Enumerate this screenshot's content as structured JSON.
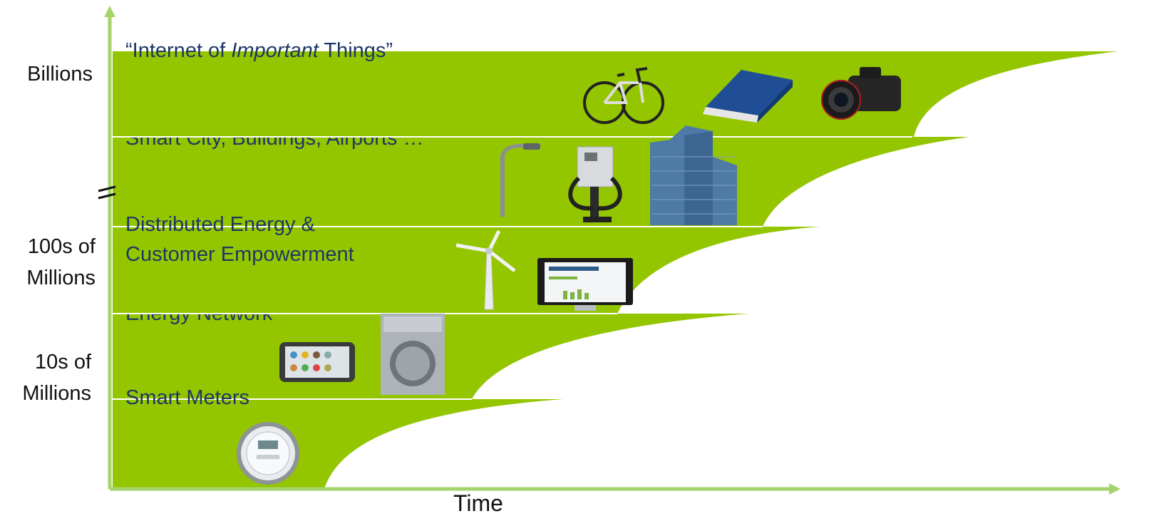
{
  "diagram": {
    "x_axis_label": "Time",
    "y_levels": [
      {
        "line1": "Billions",
        "line2": ""
      },
      {
        "line1": "100s of",
        "line2": "Millions"
      },
      {
        "line1": "10s of",
        "line2": "Millions"
      }
    ],
    "bands": [
      {
        "label": "Smart Meters"
      },
      {
        "label": "Energy Network"
      },
      {
        "label_line1": "Distributed Energy &",
        "label_line2": "Customer Empowerment"
      },
      {
        "label": "Smart City, Buildings, Airports …"
      },
      {
        "label_prefix": "“Internet of ",
        "label_emph": "Important",
        "label_suffix": " Things”"
      }
    ],
    "axis_break_symbol": "=",
    "colors": {
      "band_green": "#94c600",
      "axis_green": "#a6d36a",
      "label_blue": "#1f3864"
    },
    "device_icons": [
      "electric-meter-icon",
      "smart-thermostat-icon",
      "washing-machine-icon",
      "wind-turbine-icon",
      "energy-dashboard-monitor-icon",
      "street-light-icon",
      "ev-charger-icon",
      "skyscraper-icon",
      "bicycle-icon",
      "book-icon",
      "camera-icon"
    ]
  }
}
